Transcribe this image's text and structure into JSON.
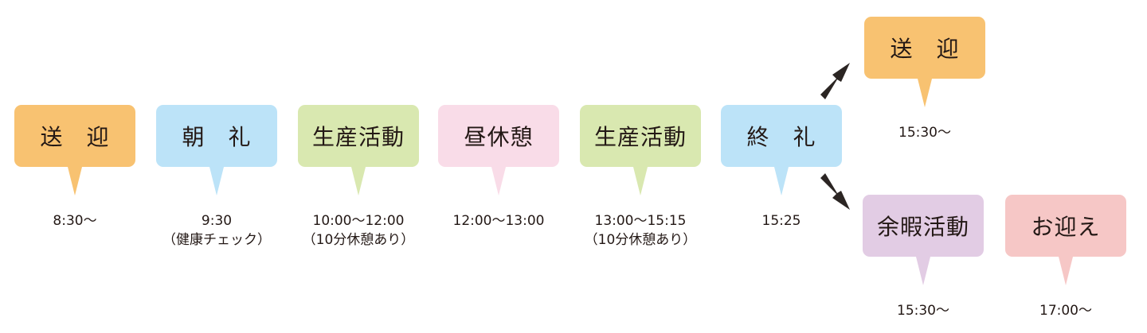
{
  "steps": [
    {
      "label": "送　迎",
      "time": "8:30〜",
      "note": "",
      "color": "#f8c271"
    },
    {
      "label": "朝　礼",
      "time": "9:30",
      "note": "（健康チェック）",
      "color": "#bce3f8"
    },
    {
      "label": "生産活動",
      "time": "10:00〜12:00",
      "note": "（10分休憩あり）",
      "color": "#d9e8b0"
    },
    {
      "label": "昼休憩",
      "time": "12:00〜13:00",
      "note": "",
      "color": "#f9dce8"
    },
    {
      "label": "生産活動",
      "time": "13:00〜15:15",
      "note": "（10分休憩あり）",
      "color": "#d9e8b0"
    },
    {
      "label": "終　礼",
      "time": "15:25",
      "note": "",
      "color": "#bce3f8"
    }
  ],
  "branches": {
    "pickup": {
      "label": "送　迎",
      "time": "15:30〜",
      "color": "#f8c271"
    },
    "leisure": {
      "label": "余暇活動",
      "time": "15:30〜",
      "color": "#e2cce4"
    },
    "family_pickup": {
      "label": "お迎え",
      "time": "17:00〜",
      "color": "#f6c7c6"
    }
  },
  "arrow_color": "#2b2523"
}
